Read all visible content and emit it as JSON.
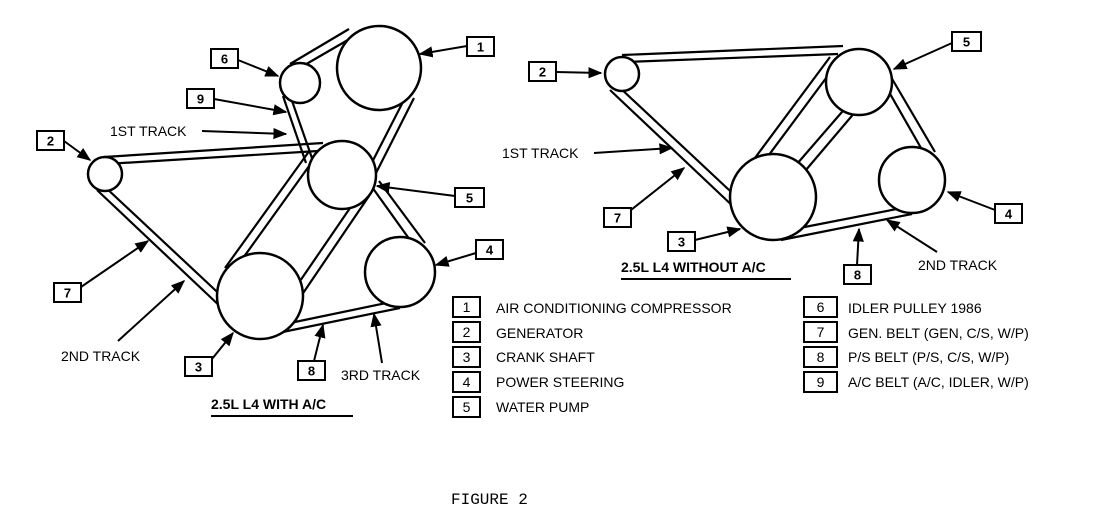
{
  "figure_label": "FIGURE 2",
  "diagram_left": {
    "title": "2.5L L4 WITH A/C",
    "track_labels": [
      "1ST TRACK",
      "2ND TRACK",
      "3RD TRACK"
    ],
    "callouts": [
      "1",
      "6",
      "9",
      "2",
      "5",
      "4",
      "7",
      "3",
      "8"
    ]
  },
  "diagram_right": {
    "title": "2.5L L4 WITHOUT A/C",
    "track_labels": [
      "1ST TRACK",
      "2ND TRACK"
    ],
    "callouts": [
      "2",
      "5",
      "7",
      "3",
      "4",
      "8"
    ]
  },
  "legend": {
    "left": [
      {
        "num": "1",
        "text": "AIR CONDITIONING COMPRESSOR"
      },
      {
        "num": "2",
        "text": "GENERATOR"
      },
      {
        "num": "3",
        "text": "CRANK SHAFT"
      },
      {
        "num": "4",
        "text": "POWER STEERING"
      },
      {
        "num": "5",
        "text": "WATER PUMP"
      }
    ],
    "right": [
      {
        "num": "6",
        "text": "IDLER PULLEY  1986"
      },
      {
        "num": "7",
        "text": "GEN. BELT (GEN, C/S, W/P)"
      },
      {
        "num": "8",
        "text": "P/S BELT (P/S, C/S, W/P)"
      },
      {
        "num": "9",
        "text": "A/C BELT (A/C, IDLER, W/P)"
      }
    ]
  }
}
